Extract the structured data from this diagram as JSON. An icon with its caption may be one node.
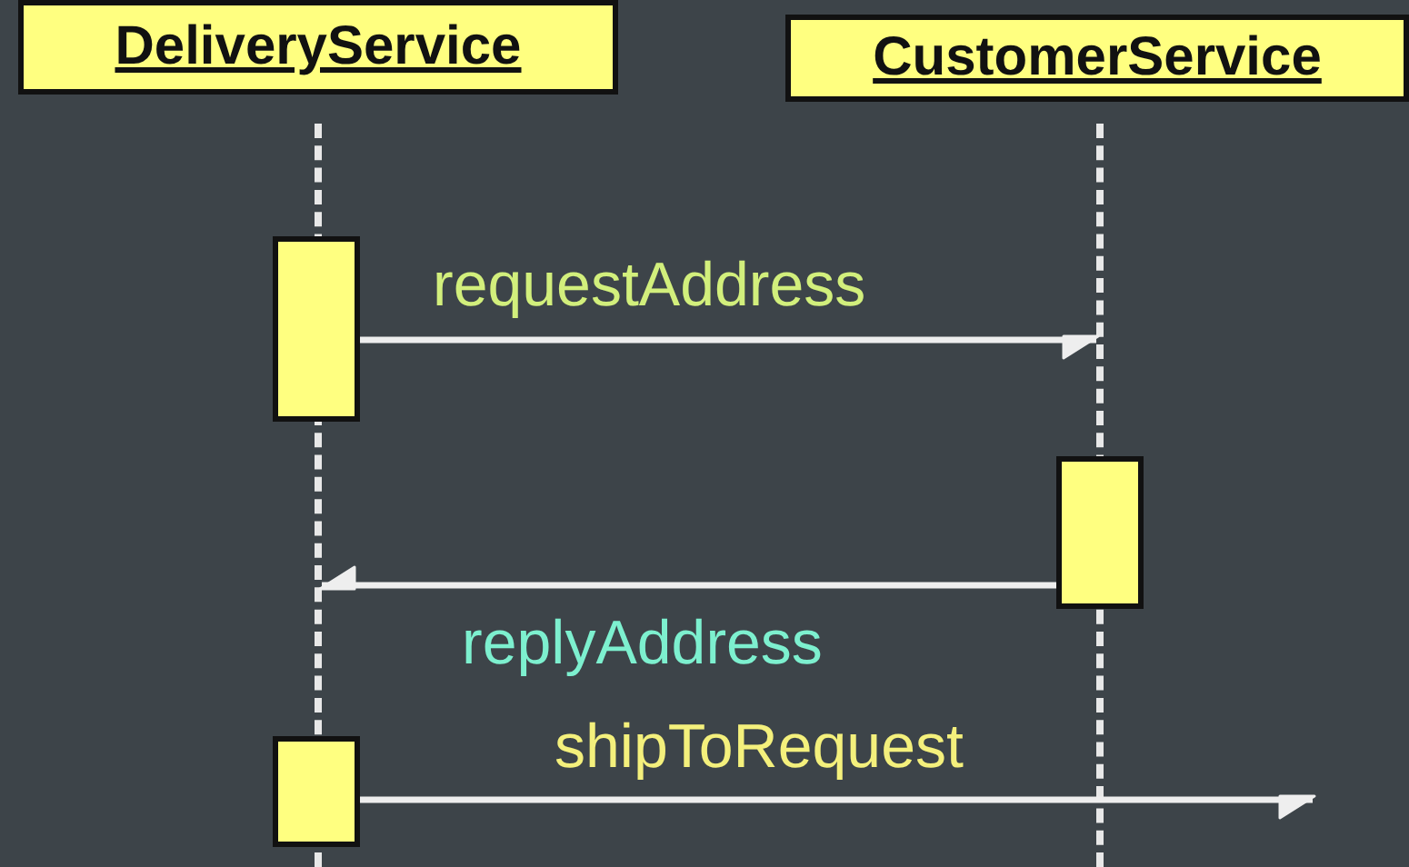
{
  "diagram": {
    "nodes": [
      {
        "text": [
          "DeliveryService"
        ]
      },
      {
        "text": [
          "CustomerService"
        ]
      },
      {
        "text": [],
        "shape": "line"
      },
      {
        "text": [],
        "shape": "line"
      },
      {
        "text": [],
        "shape": "box"
      },
      {
        "text": [],
        "shape": "box"
      },
      {
        "text": [],
        "shape": "box"
      }
    ],
    "edges": [
      {
        "from": 4,
        "to": 3,
        "arrow": "to",
        "label": "requestAddress"
      },
      {
        "from": 5,
        "to": 2,
        "arrow": "to",
        "label": "replyAddress"
      },
      {
        "from": 6,
        "to": null,
        "arrow": "to",
        "label": "shipToRequest"
      }
    ]
  }
}
